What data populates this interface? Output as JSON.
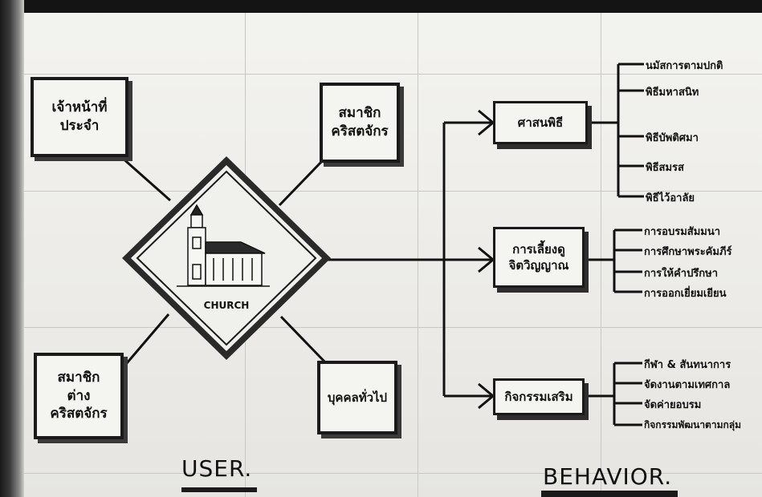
{
  "diagram": {
    "center": {
      "label": "CHURCH"
    },
    "users": [
      {
        "label": "เจ้าหน้าที่\nประจำ"
      },
      {
        "label": "สมาชิก\nคริสตจักร"
      },
      {
        "label": "สมาชิก\nต่าง\nคริสตจักร"
      },
      {
        "label": "บุคคลทั่วไป"
      }
    ],
    "behaviors": [
      {
        "label": "ศาสนพิธี",
        "items": [
          "นมัสการตามปกติ",
          "พิธีมหาสนิท",
          "พิธีบัพติศมา",
          "พิธีสมรส",
          "พิธีไว้อาลัย"
        ]
      },
      {
        "label": "การเลี้ยงดู\nจิตวิญญาณ",
        "items": [
          "การอบรมสัมมนา",
          "การศึกษาพระคัมภีร์",
          "การให้คำปรึกษา",
          "การออกเยี่ยมเยียน"
        ]
      },
      {
        "label": "กิจกรรมเสริม",
        "items": [
          "กีฬา & สันทนาการ",
          "จัดงานตามเทศกาล",
          "จัดค่ายอบรม",
          "กิจกรรมพัฒนาตามกลุ่ม"
        ]
      }
    ],
    "section_labels": {
      "user": "USER.",
      "behavior": "BEHAVIOR."
    }
  }
}
